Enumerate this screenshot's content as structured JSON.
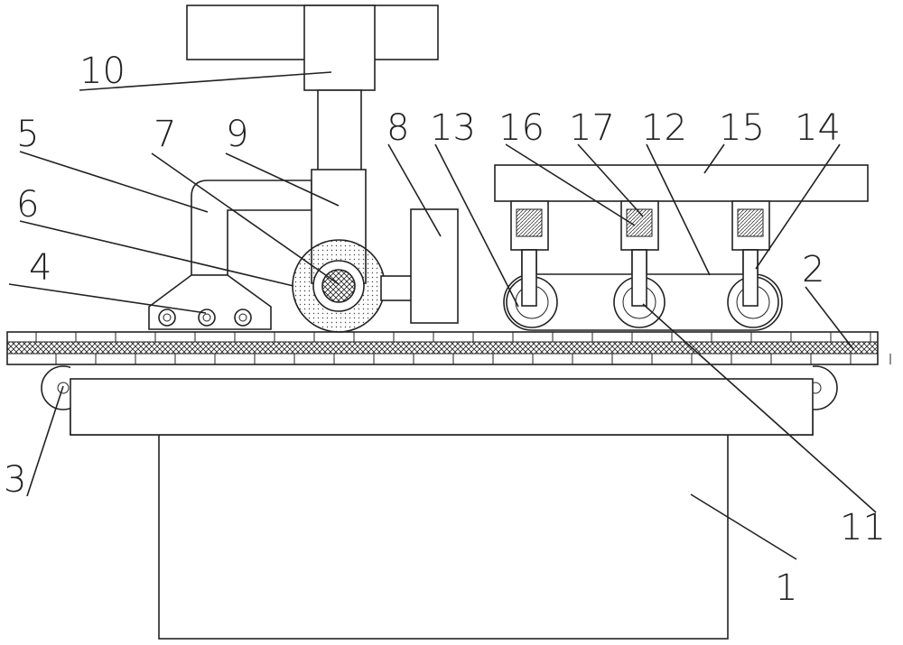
{
  "labels": {
    "l1": "1",
    "l2": "2",
    "l3": "3",
    "l4": "4",
    "l5": "5",
    "l6": "6",
    "l7": "7",
    "l8": "8",
    "l9": "9",
    "l10": "10",
    "l11": "11",
    "l12": "12",
    "l13": "13",
    "l14": "14",
    "l15": "15",
    "l16": "16",
    "l17": "17"
  },
  "colors": {
    "line": "#222222",
    "background": "#ffffff"
  }
}
